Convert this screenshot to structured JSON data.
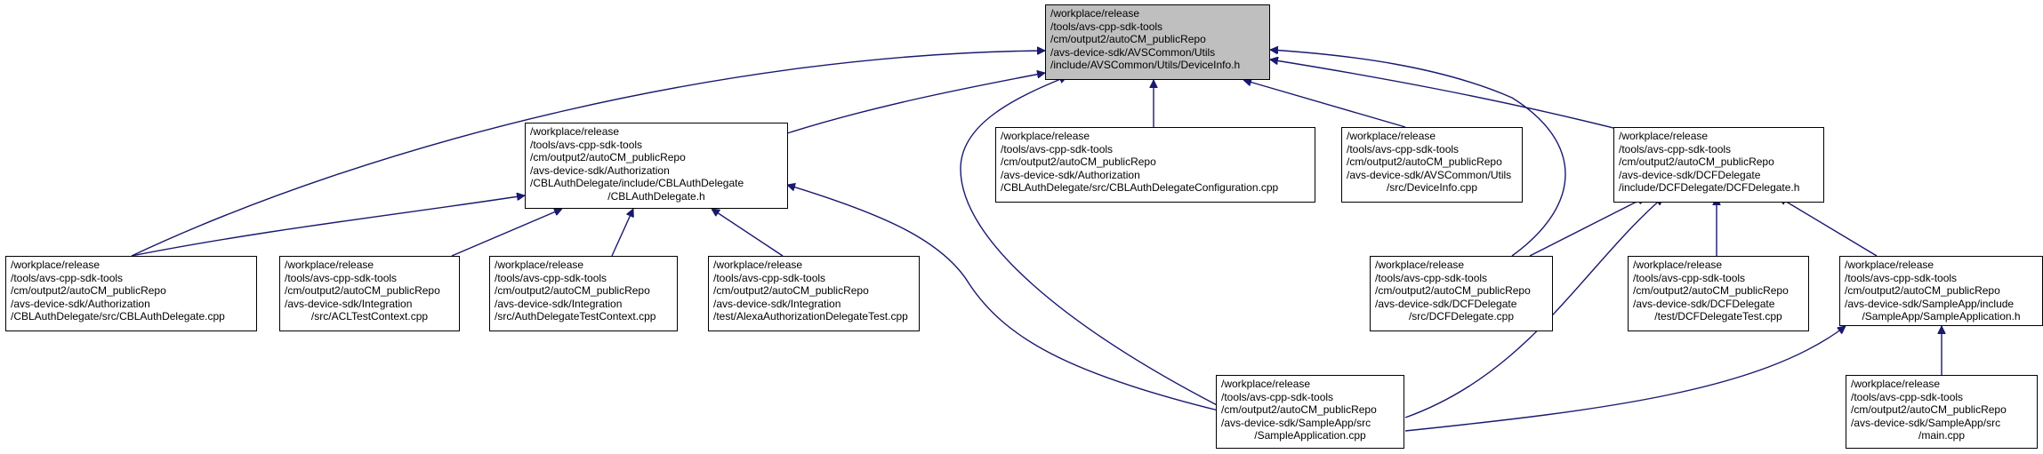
{
  "colors": {
    "edge": "#191970",
    "root_fill": "#bfbfbf",
    "node_fill": "#ffffff",
    "border": "#000000"
  },
  "nodes": {
    "deviceinfo_h": {
      "lines": [
        "/workplace/release",
        "/tools/avs-cpp-sdk-tools",
        "/cm/output2/autoCM_publicRepo",
        "/avs-device-sdk/AVSCommon/Utils",
        "/include/AVSCommon/Utils/DeviceInfo.h"
      ]
    },
    "cblauthdelegate_h": {
      "lines": [
        "/workplace/release",
        "/tools/avs-cpp-sdk-tools",
        "/cm/output2/autoCM_publicRepo",
        "/avs-device-sdk/Authorization",
        "/CBLAuthDelegate/include/CBLAuthDelegate",
        "/CBLAuthDelegate.h"
      ]
    },
    "cblconfig_cpp": {
      "lines": [
        "/workplace/release",
        "/tools/avs-cpp-sdk-tools",
        "/cm/output2/autoCM_publicRepo",
        "/avs-device-sdk/Authorization",
        "/CBLAuthDelegate/src/CBLAuthDelegateConfiguration.cpp"
      ]
    },
    "deviceinfo_cpp": {
      "lines": [
        "/workplace/release",
        "/tools/avs-cpp-sdk-tools",
        "/cm/output2/autoCM_publicRepo",
        "/avs-device-sdk/AVSCommon/Utils",
        "/src/DeviceInfo.cpp"
      ]
    },
    "dcfdelegate_h": {
      "lines": [
        "/workplace/release",
        "/tools/avs-cpp-sdk-tools",
        "/cm/output2/autoCM_publicRepo",
        "/avs-device-sdk/DCFDelegate",
        "/include/DCFDelegate/DCFDelegate.h"
      ]
    },
    "cblauthdelegate_cpp": {
      "lines": [
        "/workplace/release",
        "/tools/avs-cpp-sdk-tools",
        "/cm/output2/autoCM_publicRepo",
        "/avs-device-sdk/Authorization",
        "/CBLAuthDelegate/src/CBLAuthDelegate.cpp"
      ]
    },
    "acltestcontext_cpp": {
      "lines": [
        "/workplace/release",
        "/tools/avs-cpp-sdk-tools",
        "/cm/output2/autoCM_publicRepo",
        "/avs-device-sdk/Integration",
        "/src/ACLTestContext.cpp"
      ]
    },
    "authdelegatetestcontext_cpp": {
      "lines": [
        "/workplace/release",
        "/tools/avs-cpp-sdk-tools",
        "/cm/output2/autoCM_publicRepo",
        "/avs-device-sdk/Integration",
        "/src/AuthDelegateTestContext.cpp"
      ]
    },
    "alexaauthtest_cpp": {
      "lines": [
        "/workplace/release",
        "/tools/avs-cpp-sdk-tools",
        "/cm/output2/autoCM_publicRepo",
        "/avs-device-sdk/Integration",
        "/test/AlexaAuthorizationDelegateTest.cpp"
      ]
    },
    "dcfdelegate_cpp": {
      "lines": [
        "/workplace/release",
        "/tools/avs-cpp-sdk-tools",
        "/cm/output2/autoCM_publicRepo",
        "/avs-device-sdk/DCFDelegate",
        "/src/DCFDelegate.cpp"
      ]
    },
    "dcfdelegatetest_cpp": {
      "lines": [
        "/workplace/release",
        "/tools/avs-cpp-sdk-tools",
        "/cm/output2/autoCM_publicRepo",
        "/avs-device-sdk/DCFDelegate",
        "/test/DCFDelegateTest.cpp"
      ]
    },
    "sampleapplication_h": {
      "lines": [
        "/workplace/release",
        "/tools/avs-cpp-sdk-tools",
        "/cm/output2/autoCM_publicRepo",
        "/avs-device-sdk/SampleApp/include",
        "/SampleApp/SampleApplication.h"
      ]
    },
    "sampleapplication_cpp": {
      "lines": [
        "/workplace/release",
        "/tools/avs-cpp-sdk-tools",
        "/cm/output2/autoCM_publicRepo",
        "/avs-device-sdk/SampleApp/src",
        "/SampleApplication.cpp"
      ]
    },
    "main_cpp": {
      "lines": [
        "/workplace/release",
        "/tools/avs-cpp-sdk-tools",
        "/cm/output2/autoCM_publicRepo",
        "/avs-device-sdk/SampleApp/src",
        "/main.cpp"
      ]
    }
  },
  "edges": [
    {
      "from": "cblauthdelegate_h",
      "to": "deviceinfo_h"
    },
    {
      "from": "cblconfig_cpp",
      "to": "deviceinfo_h"
    },
    {
      "from": "deviceinfo_cpp",
      "to": "deviceinfo_h"
    },
    {
      "from": "dcfdelegate_h",
      "to": "deviceinfo_h"
    },
    {
      "from": "cblauthdelegate_cpp",
      "to": "deviceinfo_h"
    },
    {
      "from": "sampleapplication_cpp",
      "to": "deviceinfo_h"
    },
    {
      "from": "dcfdelegate_cpp",
      "to": "deviceinfo_h"
    },
    {
      "from": "cblauthdelegate_cpp",
      "to": "cblauthdelegate_h"
    },
    {
      "from": "acltestcontext_cpp",
      "to": "cblauthdelegate_h"
    },
    {
      "from": "authdelegatetestcontext_cpp",
      "to": "cblauthdelegate_h"
    },
    {
      "from": "alexaauthtest_cpp",
      "to": "cblauthdelegate_h"
    },
    {
      "from": "sampleapplication_cpp",
      "to": "cblauthdelegate_h"
    },
    {
      "from": "dcfdelegate_cpp",
      "to": "dcfdelegate_h"
    },
    {
      "from": "dcfdelegatetest_cpp",
      "to": "dcfdelegate_h"
    },
    {
      "from": "sampleapplication_h",
      "to": "dcfdelegate_h"
    },
    {
      "from": "sampleapplication_cpp",
      "to": "dcfdelegate_h"
    },
    {
      "from": "sampleapplication_cpp",
      "to": "sampleapplication_h"
    },
    {
      "from": "main_cpp",
      "to": "sampleapplication_h"
    }
  ]
}
